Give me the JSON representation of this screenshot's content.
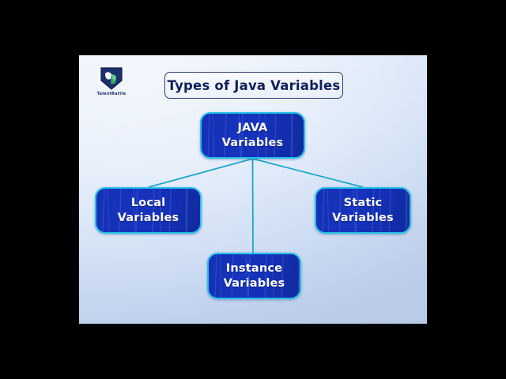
{
  "slide": {
    "logo": {
      "icon": "shield-logo-icon",
      "brand": "TalentBattle"
    },
    "title": "Types of Java Variables"
  },
  "diagram": {
    "type": "tree",
    "root": {
      "id": "java-variables",
      "line1": "JAVA",
      "line2": "Variables"
    },
    "children": [
      {
        "id": "local-variables",
        "line1": "Local",
        "line2": "Variables"
      },
      {
        "id": "instance-variables",
        "line1": "Instance",
        "line2": "Variables"
      },
      {
        "id": "static-variables",
        "line1": "Static",
        "line2": "Variables"
      }
    ],
    "colors": {
      "node_fill": "#1430b4",
      "node_border": "#25c3e8",
      "node_text": "#ffffff",
      "connector": "#19a8cc",
      "title_text": "#10205c",
      "title_border": "#2b3d6b",
      "slide_background": "#e2ebf8",
      "letterbox": "#000000"
    }
  }
}
